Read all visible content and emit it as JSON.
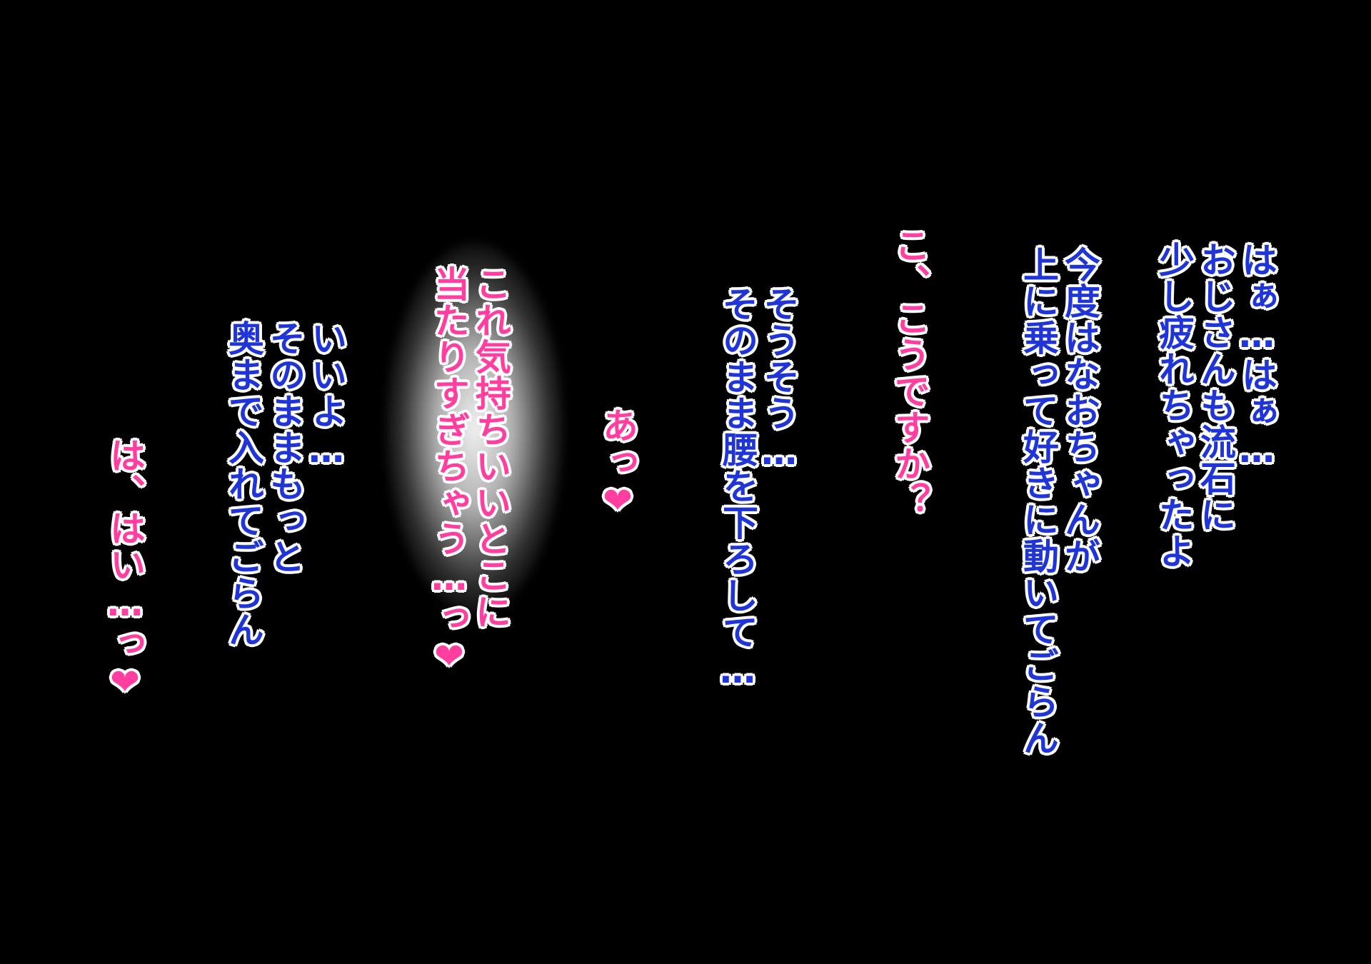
{
  "colors": {
    "background": "#000000",
    "male_text": "#1f35d8",
    "female_text": "#ff3ea0",
    "outline": "#ffffff"
  },
  "dialogue": {
    "line1": [
      "はぁ…はぁ…",
      "おじさんも流石に",
      "少し疲れちゃったよ"
    ],
    "line2": [
      "今度はなおちゃんが",
      "上に乗って好きに動いてごらん"
    ],
    "line3": [
      "こ、こうですか？"
    ],
    "line4": [
      "そうそう…",
      "そのまま腰を下ろして…"
    ],
    "line5": [
      "あっ❤"
    ],
    "line6": [
      "これ気持ちいいとこに",
      "当たりすぎちゃう…っ❤"
    ],
    "line7": [
      "いいよ…",
      "そのままもっと",
      "奥まで入れてごらん"
    ],
    "line8": [
      "は、はい…っ❤"
    ]
  }
}
